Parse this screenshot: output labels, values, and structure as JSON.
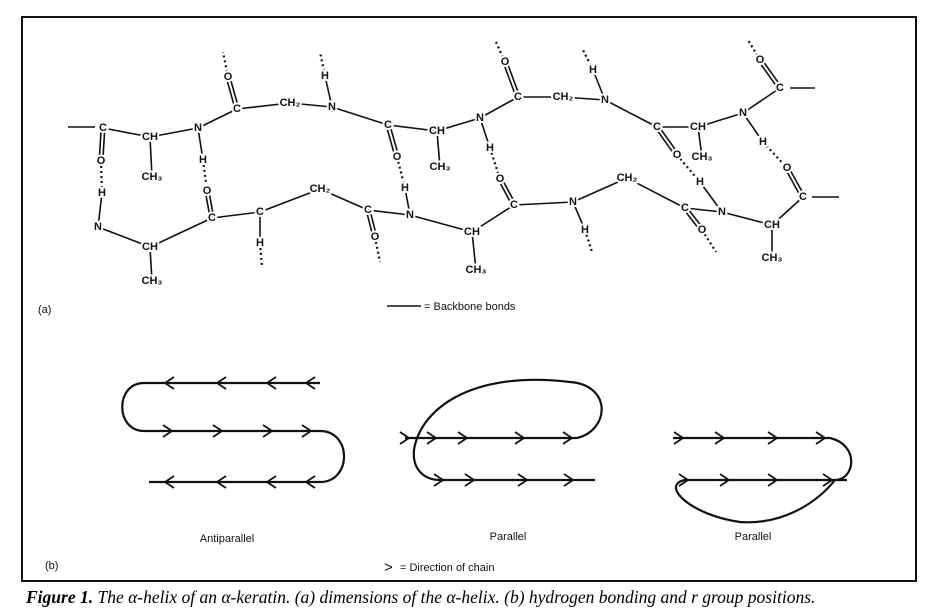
{
  "part_a": {
    "label": "(a)",
    "legend_text": "= Backbone bonds",
    "atoms": [
      "C",
      "O",
      "H",
      "N",
      "CH",
      "CH₃",
      "N",
      "H",
      "O",
      "C",
      "C",
      "O",
      "CH₂",
      "N",
      "H",
      "C",
      "O",
      "H",
      "N",
      "CH",
      "CH₃",
      "N",
      "H",
      "O",
      "C",
      "C",
      "O",
      "CH₂",
      "N",
      "H",
      "C",
      "O",
      "CH",
      "CH₃",
      "N",
      "H",
      "O",
      "C",
      "C",
      "O",
      "CH",
      "CH₃",
      "C",
      "H",
      "CH₂",
      "C",
      "O",
      "CH",
      "CH₃",
      "N",
      "H",
      "CH₂",
      "C",
      "O",
      "H",
      "N",
      "CH",
      "CH₃"
    ]
  },
  "part_b": {
    "label": "(b)",
    "diagrams": [
      {
        "label": "Antiparallel"
      },
      {
        "label": "Parallel"
      },
      {
        "label": "Parallel"
      }
    ],
    "legend_symbol": ">",
    "legend_text": "= Direction of chain"
  },
  "caption": {
    "figure_label": "Figure 1.",
    "text": " The α-helix of an α-keratin. (a) dimensions of the α-helix. (b) hydrogen bonding and r group positions."
  }
}
